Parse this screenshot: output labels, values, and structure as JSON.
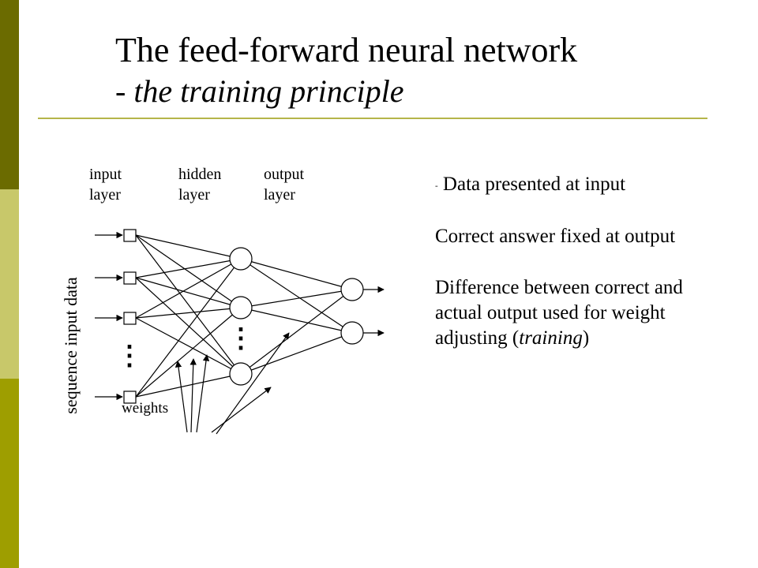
{
  "slide": {
    "title": "The feed-forward neural network",
    "subtitle": "- the training principle",
    "accent_colors": {
      "dark": "#6b6b00",
      "mid": "#c8c86a",
      "light": "#9e9e00",
      "rule": "#b5b54a"
    }
  },
  "diagram": {
    "layers": {
      "input": {
        "line1": "input",
        "line2": "layer"
      },
      "hidden": {
        "line1": "hidden",
        "line2": "layer"
      },
      "output": {
        "line1": "output",
        "line2": "layer"
      }
    },
    "side_label": "sequence input data",
    "weights_label": "weights",
    "ellipsis": "⋮"
  },
  "bullets": {
    "b1_dash": "-",
    "b1": "Data presented at input",
    "b2": "Correct answer fixed at output",
    "b3": "Difference between correct and actual output used for weight adjusting",
    "b3_paren_open": "(",
    "b3_italic": "training",
    "b3_paren_close": ")"
  }
}
